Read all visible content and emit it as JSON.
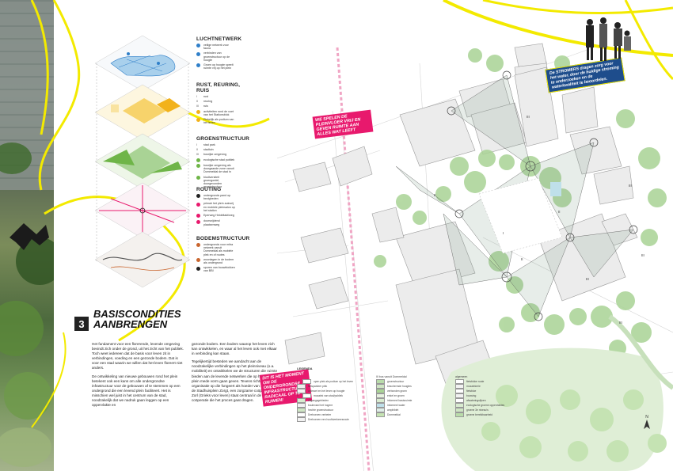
{
  "left_layers": {
    "sections": [
      {
        "title": "LUCHTNETWERK",
        "items": [
          {
            "code": "",
            "color": "#2f7fc9",
            "text": "veilige netwerk voor fauna"
          },
          {
            "code": "",
            "color": "#2f7fc9",
            "text": "verbinden van groenstructuur op de hoogte"
          },
          {
            "code": "",
            "color": "#2f7fc9",
            "text": "Groen op hoogte speelt ruimte vrij op het plein"
          }
        ]
      },
      {
        "title": "RUST, REURING, RUIS",
        "items": [
          {
            "code": "I",
            "color": "",
            "text": "rust"
          },
          {
            "code": "II",
            "color": "",
            "text": "reuring"
          },
          {
            "code": "III",
            "color": "",
            "text": "ruis"
          },
          {
            "code": "",
            "color": "#f2b21b",
            "text": "activiteiten rond de voet van het Stationsblok"
          },
          {
            "code": "",
            "color": "#f2b21b",
            "text": "Plekelijk als podium van het leven"
          }
        ]
      },
      {
        "title": "GROENSTRUCTUUR",
        "items": [
          {
            "code": "I",
            "color": "",
            "text": "stad park"
          },
          {
            "code": "II",
            "color": "",
            "text": "stadtuin"
          },
          {
            "code": "III",
            "color": "",
            "text": "bosrijke omgeving"
          },
          {
            "code": "",
            "color": "#6fb548",
            "text": "ecologische stad publiek"
          },
          {
            "code": "",
            "color": "#6fb548",
            "text": "bosrijke omgeving als doorgaande zone vanuit Dommeldal de stad in"
          },
          {
            "code": "",
            "color": "#6fb548",
            "text": "biodiversiteit groengordel, doorgevonden groenstructuur"
          }
        ]
      },
      {
        "title": "ROUTING",
        "items": [
          {
            "code": "",
            "color": "#222222",
            "text": "ondergronds pand op bezigheden"
          },
          {
            "code": "",
            "color": "#e8196d",
            "text": "primair het plein autovrij en mobiele pleinsalon op het station"
          },
          {
            "code": "",
            "color": "#e8196d",
            "text": "Eperweg Heldeltakt/weg"
          },
          {
            "code": "",
            "color": "#e8196d",
            "text": "doorsnijdend plaatsenweg"
          }
        ]
      },
      {
        "title": "BODEMSTRUCTUUR",
        "items": [
          {
            "code": "",
            "color": "#c9652e",
            "text": "ondergronds voor mitra netwerk vanuit Dommeldal als mobiele plek en of routes"
          },
          {
            "code": "",
            "color": "#c9652e",
            "text": "woonlagen in de bodem als ondergrond"
          },
          {
            "code": "",
            "color": "#222222",
            "text": "sporen van bouwblokken van BBI"
          }
        ]
      }
    ]
  },
  "section3": {
    "number": "3",
    "title_line1": "BASISCONDITIES",
    "title_line2": "AANBRENGEN",
    "col1_p1": "Het fundament voor een florerende, levende omgeving bevindt zich onder de grond, uit het zicht van het publiek. Toch weet iedereen dat de basis voor leven zit in verbindingen, voeding en een gezonde bodem. Dat is voor een stad waarin we willen dat het leven floreert niet anders.",
    "col1_p2": "De ontwikkeling van nieuwe gebouwen rond het plein betekent ook een kans om alle ondergrondse infrastructuur voor de gebouwen af te stemmen op een ondergrond die een levend plein faciliteert. Het is misschien wel juist in het centrum van de stad, noodzakelijk dat we nadruk gaan leggen op een oppervlakte en",
    "col2_p1": "gezonde bodem. Een bodem waarop het leven zich kan ontwikkelen, en waar al het leven ook met elkaar in verbinding kan staan.",
    "col2_p2": "Tegelijkertijd besteden we aandacht aan de noodzakelijke verbindingen op het pleinniveau (o.a. mobiliteit) en ontwikkelen we de structuren die ruimte bieden aan de levende netwerken die op hoogte het plein mede vorm gaan geven. Tevens richten we de organisatie op die fungeert als hoeder van het plein: de Stadhuisplein Zorgt, een zorgzame coöperatie. Zorl (Grieks voor leven) staat centraal in de coöperatie die het proces gaat dragen.",
    "callout": "DIT IS HET MOMENT OM DE ONDERGRONDSE INFRASTRUCTUUR RADICAAL OP TE RUIMEN!"
  },
  "map": {
    "callout_plein": "WE SPELEN DE PLEINVLOER VRIJ EN GEVEN RUIMTE AAN ALLES WAT LEEFT",
    "callout_stromers": "De STROMERS dragen zorg voor het water, door de huidige stroming te onderzoeken en de waterkwaliteit te beoordelen.",
    "zone_labels": [
      "I",
      "II",
      "III",
      "II",
      "II",
      "III",
      "III",
      "III",
      "III"
    ],
    "north": "N"
  },
  "legend": {
    "title": "LEGENDA",
    "columns": [
      {
        "header": "",
        "items": [
          {
            "code": "I",
            "text": "open plek als podium op het leven",
            "color": "#ffffff"
          },
          {
            "code": "",
            "text": "fietsparkeer plek",
            "color": "#eeeeee"
          },
          {
            "code": "",
            "text": "ontmoet en het leven op hoogte",
            "color": "#f5f5f5"
          },
          {
            "code": "II",
            "text": "mozaiek van stad/publiek",
            "color": "#ffffff"
          },
          {
            "code": "",
            "text": "uitgangsgebieden",
            "color": "#d9ecd0"
          },
          {
            "code": "",
            "text": "boulevard het hogere",
            "color": "#f2f2f2"
          },
          {
            "code": "",
            "text": "hechte groenstructuur",
            "color": "#cfe6c4"
          },
          {
            "code": "",
            "text": "Drehoeven verbeter",
            "color": "#ffffff"
          },
          {
            "code": "",
            "text": "Drehoeven een hoofdverkeersroute",
            "color": "#f2f2f2"
          }
        ]
      },
      {
        "header": "III bos vanuit Dommeldal",
        "items": [
          {
            "code": "",
            "text": "groenstructuur",
            "color": "#b9dcaa"
          },
          {
            "code": "",
            "text": "beschermde hoogtes",
            "color": "#cfe6c4"
          },
          {
            "code": "",
            "text": "verbonden groen",
            "color": "#a9d395"
          },
          {
            "code": "",
            "text": "enkel en groen",
            "color": "#e7f2df"
          },
          {
            "code": "",
            "text": "informeel basisruimte",
            "color": "#d9ecd0"
          },
          {
            "code": "",
            "text": "informeel water",
            "color": "#bfe0ea"
          },
          {
            "code": "",
            "text": "amphibiet",
            "color": "#dfeee8"
          },
          {
            "code": "",
            "text": "Dommeldal",
            "color": "#c5e3b3"
          }
        ]
      },
      {
        "header": "algemeen",
        "items": [
          {
            "code": "",
            "text": "fietsbloke route",
            "color": "#ffffff"
          },
          {
            "code": "",
            "text": "mozaiekerie",
            "color": "#f2f2f2"
          },
          {
            "code": "",
            "text": "fietsbloe",
            "color": "#ffffff"
          },
          {
            "code": "",
            "text": "bouwing",
            "color": "#f2f2f2"
          },
          {
            "code": "",
            "text": "afwateringslijnen",
            "color": "#ffffff"
          },
          {
            "code": "",
            "text": "ecologische groene oppervlaktes",
            "color": "#d9ecd0"
          },
          {
            "code": "",
            "text": "groene 3e niveau's",
            "color": "#cfe6c4"
          },
          {
            "code": "",
            "text": "groene bereikbaarheid",
            "color": "#b9dcaa"
          }
        ]
      }
    ]
  },
  "colors": {
    "accent_pink": "#e8196d",
    "accent_yellow": "#f3ea00",
    "green": "#7cbf5e",
    "blue_dark": "#1e4d8c"
  }
}
